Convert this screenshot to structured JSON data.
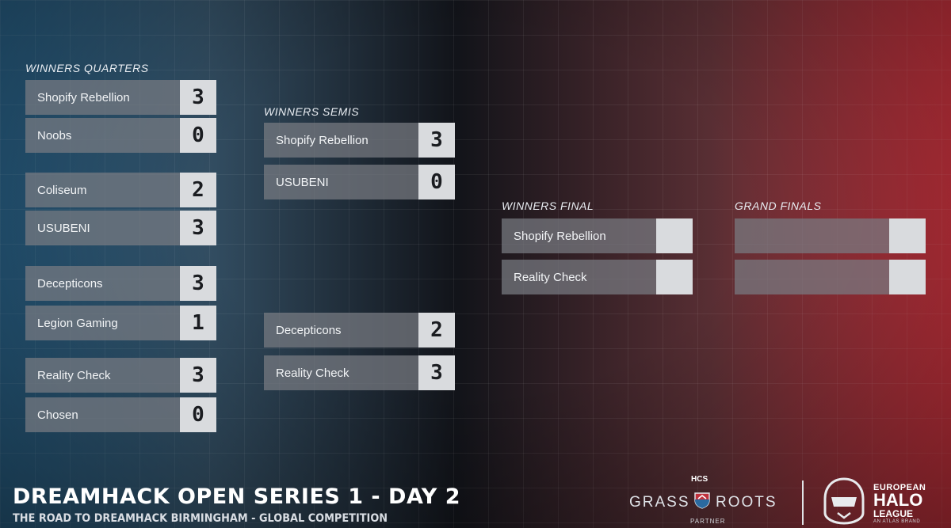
{
  "stages": {
    "winners_quarters": "WINNERS QUARTERS",
    "winners_semis": "WINNERS SEMIS",
    "winners_final": "WINNERS FINAL",
    "grand_finals": "GRAND FINALS"
  },
  "quarters": [
    {
      "team": "Shopify Rebellion",
      "score": "3"
    },
    {
      "team": "Noobs",
      "score": "0"
    },
    {
      "team": "Coliseum",
      "score": "2"
    },
    {
      "team": "USUBENI",
      "score": "3"
    },
    {
      "team": "Decepticons",
      "score": "3"
    },
    {
      "team": "Legion Gaming",
      "score": "1"
    },
    {
      "team": "Reality Check",
      "score": "3"
    },
    {
      "team": "Chosen",
      "score": "0"
    }
  ],
  "semis": [
    {
      "team": "Shopify Rebellion",
      "score": "3"
    },
    {
      "team": "USUBENI",
      "score": "0"
    },
    {
      "team": "Decepticons",
      "score": "2"
    },
    {
      "team": "Reality Check",
      "score": "3"
    }
  ],
  "final": [
    {
      "team": "Shopify Rebellion",
      "score": ""
    },
    {
      "team": "Reality Check",
      "score": ""
    }
  ],
  "grand": [
    {
      "team": "",
      "score": ""
    },
    {
      "team": "",
      "score": ""
    }
  ],
  "footer": {
    "title": "DREAMHACK OPEN SERIES 1 - DAY 2",
    "subtitle": "THE ROAD TO DREAMHACK BIRMINGHAM - GLOBAL COMPETITION"
  },
  "logos": {
    "hcs": "HCS",
    "grass": "GRASS",
    "roots": "ROOTS",
    "partner": "PARTNER",
    "ehl_line1": "EUROPEAN",
    "ehl_line2": "HALO",
    "ehl_line3": "LEAGUE",
    "ehl_line4": "AN ATLAS BRAND"
  },
  "colors": {
    "left_accent": "#1c567d",
    "right_accent": "#c82834",
    "score_bg": "#d9dbde"
  }
}
